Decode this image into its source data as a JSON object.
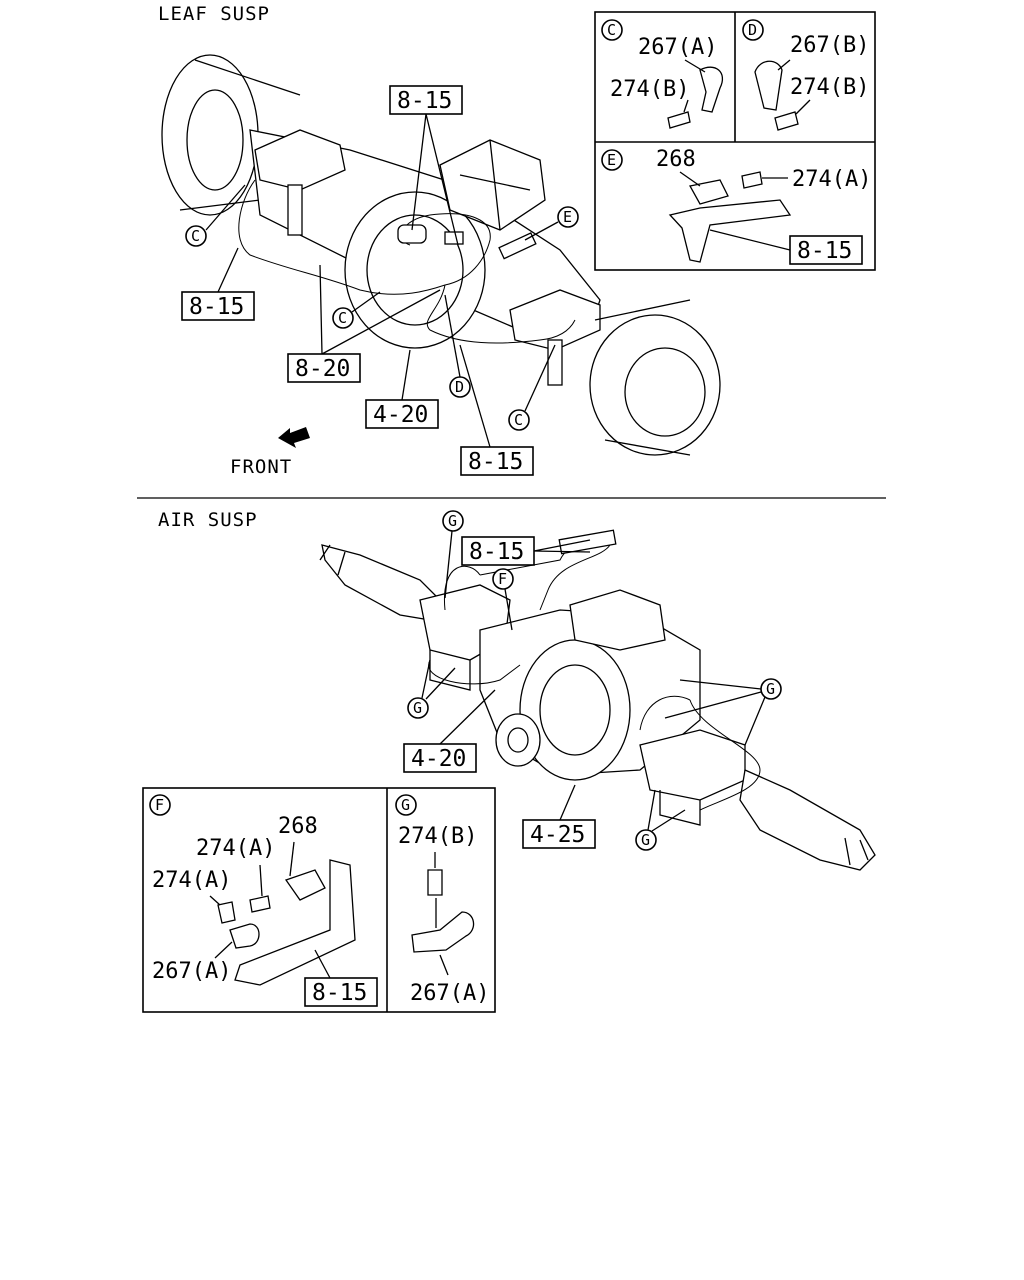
{
  "sections": {
    "leaf": {
      "title": "LEAF SUSP",
      "front_label": "FRONT"
    },
    "air": {
      "title": "AIR SUSP"
    }
  },
  "boxes": {
    "b815_top": "8-15",
    "b815_left": "8-15",
    "b820": "8-20",
    "b420_leaf": "4-20",
    "b815_bottom": "8-15",
    "b815_e": "8-15",
    "b815_air": "8-15",
    "b420_air": "4-20",
    "b425": "4-25",
    "b815_f": "8-15"
  },
  "callouts": {
    "C": "C",
    "D": "D",
    "E": "E",
    "F": "F",
    "G": "G"
  },
  "insets": {
    "C": {
      "letter": "C",
      "part1": "267(A)",
      "part2": "274(B)"
    },
    "D": {
      "letter": "D",
      "part1": "267(B)",
      "part2": "274(B)"
    },
    "E": {
      "letter": "E",
      "part1": "268",
      "part2": "274(A)"
    },
    "F": {
      "letter": "F",
      "part1": "268",
      "part2": "274(A)",
      "part3": "274(A)",
      "part4": "267(A)"
    },
    "G": {
      "letter": "G",
      "part1": "274(B)",
      "part2": "267(A)"
    }
  }
}
